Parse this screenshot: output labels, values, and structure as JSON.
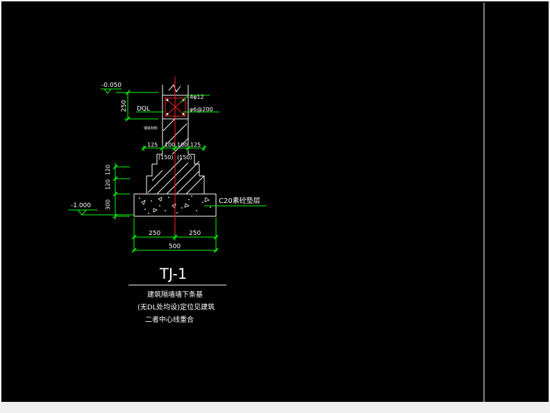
{
  "drawing": {
    "title": "TJ-1",
    "notes": [
      "建筑隔墙墙下条基",
      "(无DL处均设)定位见建筑",
      "二者中心线重合"
    ],
    "elevations": {
      "top": "-0.050",
      "bottom": "-1.000"
    },
    "beam_label": "DQL",
    "rebar_main": "4φ12",
    "rebar_stirrup": "φ6@200",
    "small_note": "墙体材料",
    "dims_vertical": {
      "beam_height": "250",
      "step1": "120",
      "step2": "120",
      "pad": "300"
    },
    "dims_top": [
      "125",
      "100",
      "100",
      "125"
    ],
    "dims_step_offsets": [
      "(150)",
      "(150)"
    ],
    "dims_bottom": [
      "250",
      "250"
    ],
    "dim_total": "500",
    "pad_label": "C20素砼垫层"
  },
  "colors": {
    "background": "#000000",
    "frame": "#f0f0f0",
    "lines": "#ffffff",
    "dimension": "#00ff00",
    "axis": "#ff2020",
    "rebar": "#ff2020"
  }
}
